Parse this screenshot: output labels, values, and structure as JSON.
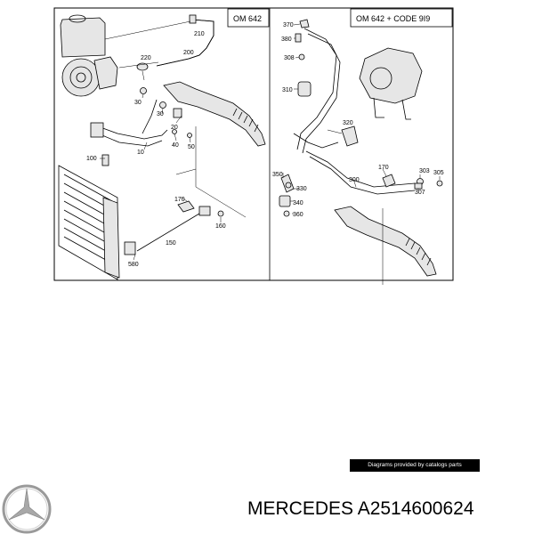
{
  "panels": {
    "left_title": "OM 642",
    "right_title": "OM 642 + CODE 9I9"
  },
  "left_callouts": [
    "210",
    "200",
    "220",
    "30",
    "30",
    "20",
    "40",
    "50",
    "10",
    "100",
    "170",
    "160",
    "150",
    "580"
  ],
  "right_callouts": [
    "370",
    "380",
    "308",
    "310",
    "320",
    "350",
    "330",
    "340",
    "360",
    "300",
    "170",
    "303",
    "305",
    "307"
  ],
  "credit": "Diagrams provided by catalogs parts",
  "caption": "MERCEDES A2514600624",
  "logo_icon": "mercedes-star-icon"
}
